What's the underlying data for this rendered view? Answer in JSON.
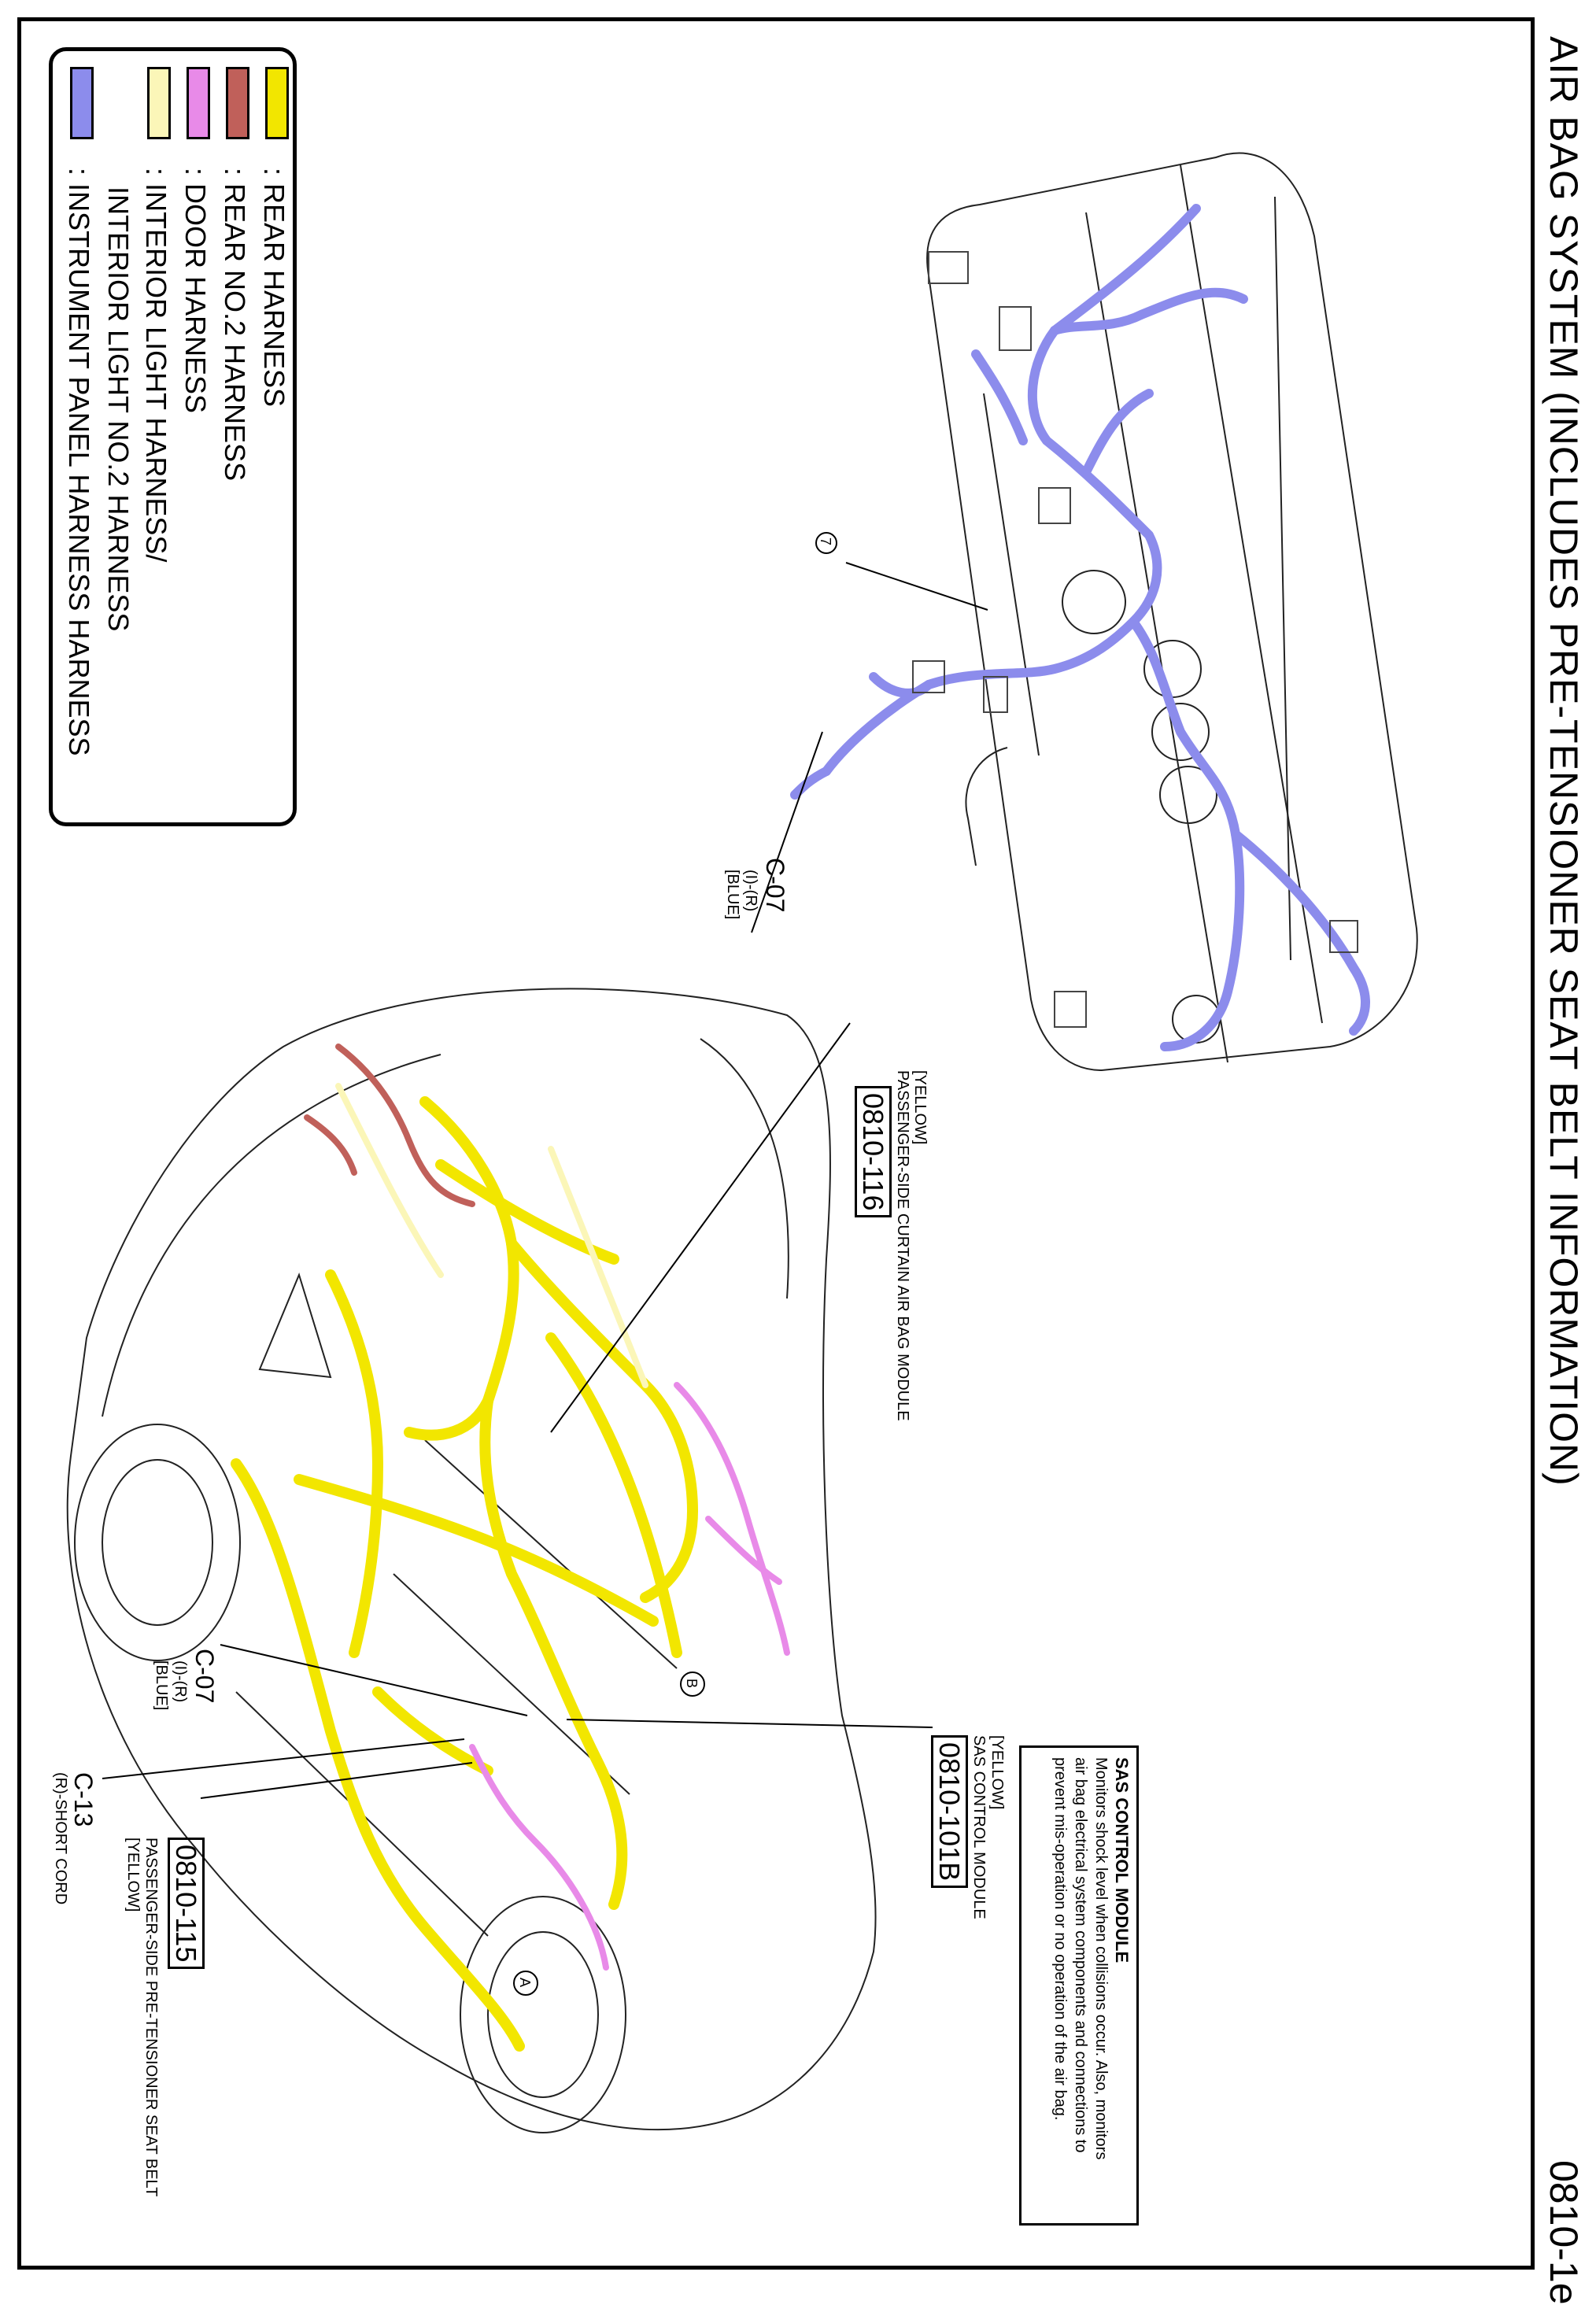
{
  "page": {
    "title": "AIR BAG SYSTEM (INCLUDES PRE-TENSIONER SEAT BELT INFORMATION)",
    "number": "0810-1e"
  },
  "legend": {
    "items": [
      {
        "label": ": REAR HARNESS",
        "color": "#F2E600"
      },
      {
        "label": ": REAR NO.2 HARNESS",
        "color": "#C0605A"
      },
      {
        "label": ": DOOR HARNESS",
        "color": "#E88AE8"
      },
      {
        "label": ": INTERIOR LIGHT HARNESS/",
        "label2": "INTERIOR LIGHT NO.2 HARNESS",
        "color": "#FBF6B8"
      },
      {
        "label": ": INSTRUMENT PANEL HARNESS HARNESS",
        "color": "#8C8CEC"
      }
    ]
  },
  "callouts": {
    "c07_dash": {
      "id": "C-07",
      "sub": "(I)-(R)",
      "color": "[BLUE]"
    },
    "marker7": "7",
    "curtain": {
      "color": "[YELLOW]",
      "name": "PASSENGER-SIDE CURTAIN AIR BAG MODULE",
      "code": "0810-116"
    },
    "c07_car": {
      "id": "C-07",
      "sub": "(I)-(R)",
      "color": "[BLUE]"
    },
    "c13": {
      "id": "C-13",
      "sub": "(R)-SHORT CORD"
    },
    "pretensioner": {
      "code": "0810-115",
      "name": "PASSENGER-SIDE PRE-TENSIONER SEAT BELT",
      "color": "[YELLOW]"
    },
    "sas_ref": {
      "color": "[YELLOW]",
      "name": "SAS CONTROL MODULE",
      "code": "0810-101B"
    },
    "marker_a": "A",
    "marker_b": "B"
  },
  "sas_box": {
    "title": "SAS CONTROL MODULE",
    "lines": [
      "Monitors shock level when collisions occur. Also, monitors",
      "air bag electrical system components and connections to",
      "prevent mis-operation or no operation of the air bag."
    ]
  }
}
